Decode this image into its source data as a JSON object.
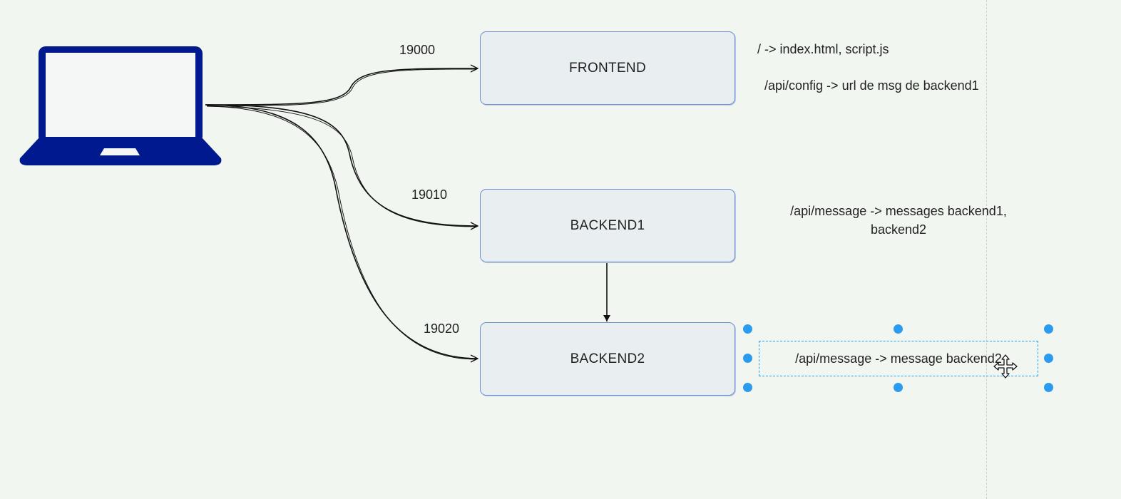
{
  "diagram": {
    "nodes": {
      "frontend": "FRONTEND",
      "backend1": "BACKEND1",
      "backend2": "BACKEND2"
    },
    "ports": {
      "frontend": "19000",
      "backend1": "19010",
      "backend2": "19020"
    },
    "notes": {
      "frontend_line1": "/ -> index.html, script.js",
      "frontend_line2": "/api/config -> url de msg de backend1",
      "backend1_line1": "/api/message -> messages backend1,",
      "backend1_line2": "backend2",
      "backend2_line1": "/api/message -> message backend2"
    },
    "icons": {
      "client": "laptop-icon",
      "cursor": "move-cursor-icon"
    },
    "colors": {
      "laptop": "#00198f",
      "node_border": "#6f8fd0",
      "node_fill": "#e9eef1",
      "selection": "#2b9bf0",
      "edge": "#111111"
    }
  }
}
